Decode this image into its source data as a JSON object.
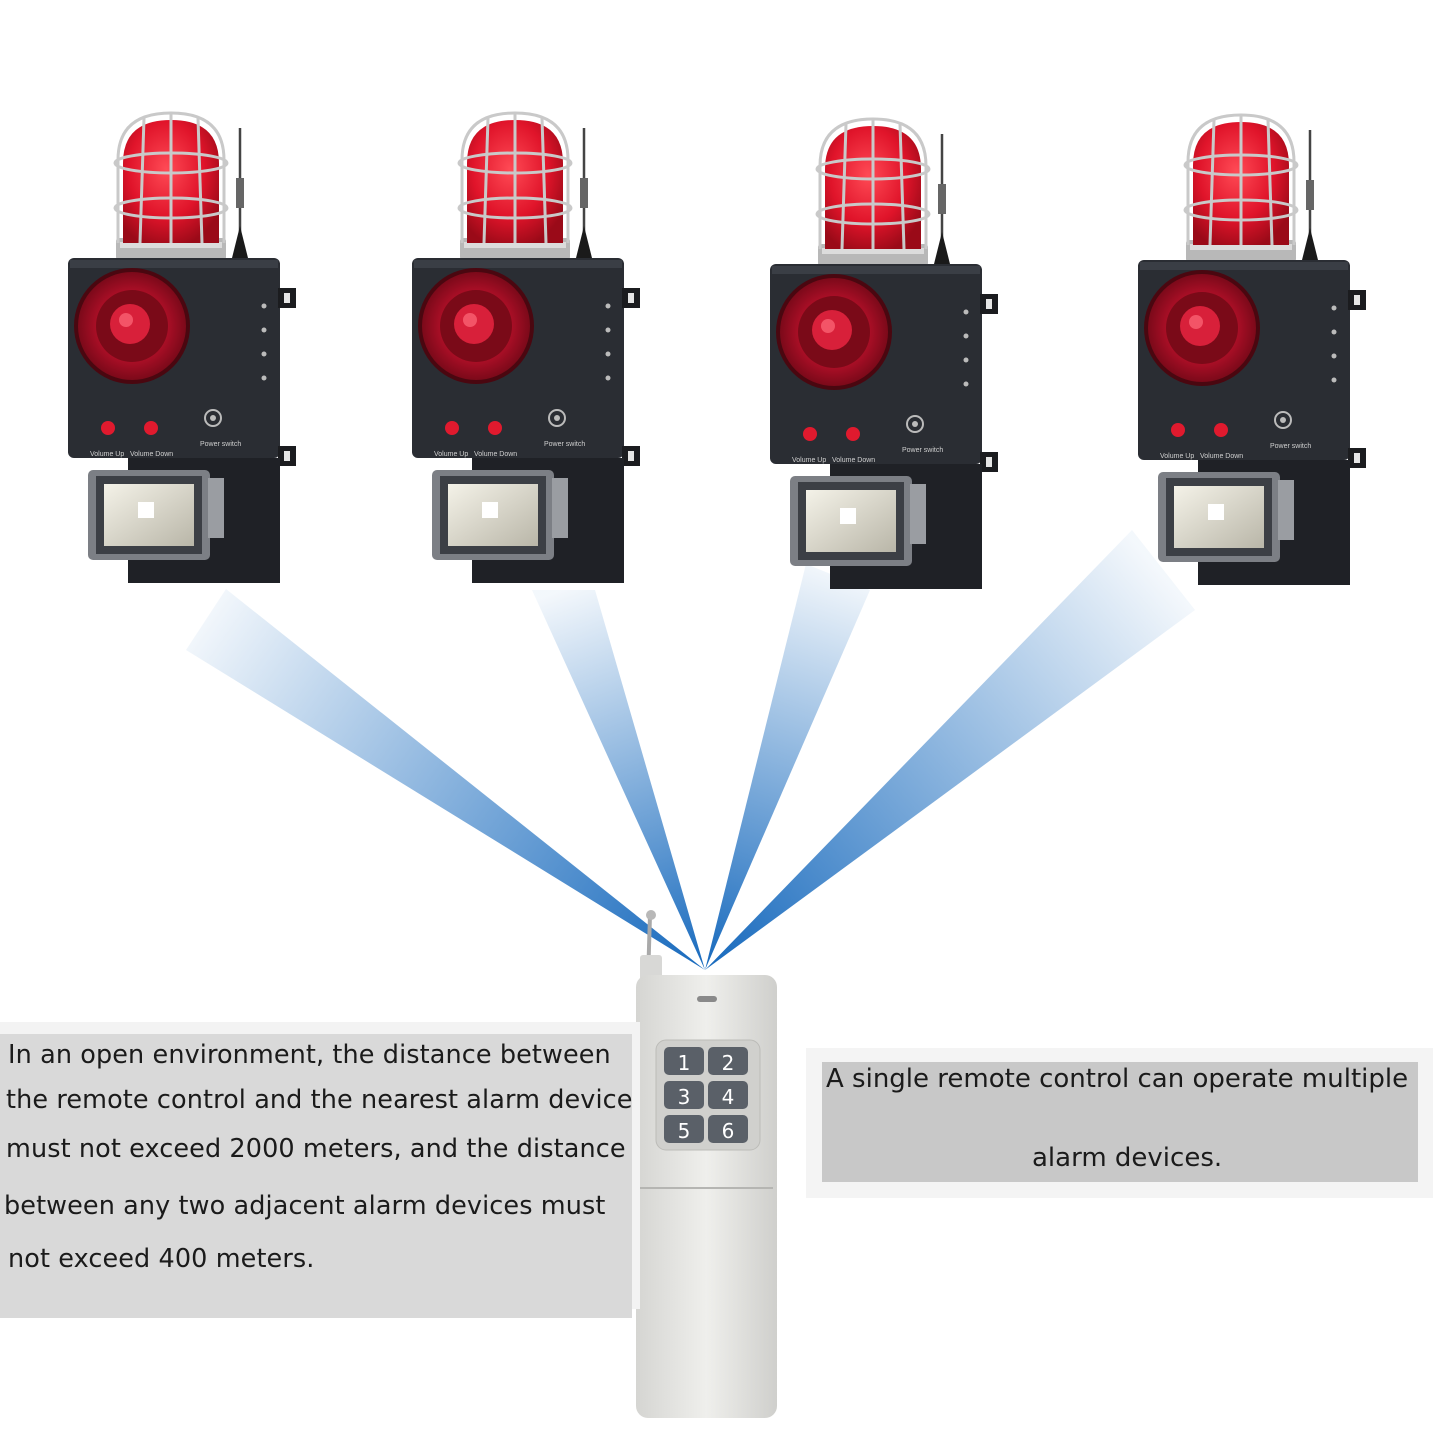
{
  "devices": [
    {
      "label_volume_up": "Volume Up",
      "label_volume_down": "Volume Down",
      "label_power": "Power switch"
    },
    {
      "label_volume_up": "Volume Up",
      "label_volume_down": "Volume Down",
      "label_power": "Power switch"
    },
    {
      "label_volume_up": "Volume Up",
      "label_volume_down": "Volume Down",
      "label_power": "Power switch"
    },
    {
      "label_volume_up": "Volume Up",
      "label_volume_down": "Volume Down",
      "label_power": "Power switch"
    }
  ],
  "remote": {
    "buttons": [
      "1",
      "2",
      "3",
      "4",
      "5",
      "6"
    ]
  },
  "left_note": {
    "lines": [
      " In an open environment, the distance between",
      "the remote control and the nearest alarm device",
      "must not exceed 2000 meters, and the distance",
      "between any two adjacent alarm devices must",
      "not exceed 400 meters."
    ]
  },
  "right_note": {
    "lines": [
      "A single remote control can operate multiple",
      "alarm devices."
    ]
  },
  "colors": {
    "beam": "#1b72c0",
    "lamp_red": "#e0142a",
    "horn_red": "#b8102a",
    "housing": "#2a2d33",
    "remote_body": "#e8e8e6",
    "remote_button": "#5a6068",
    "panel_left": "#d9d9d9",
    "panel_right": "#c8c8c8"
  }
}
